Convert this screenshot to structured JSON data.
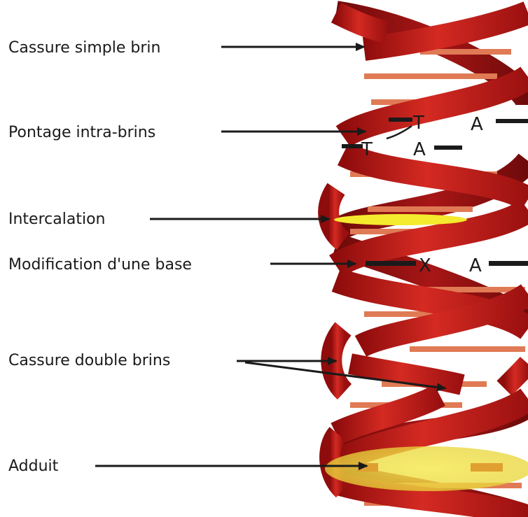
{
  "diagram": {
    "labels": {
      "single_strand_break": "Cassure simple brin",
      "intrastrand_crosslink": "Pontage  intra-brins",
      "intercalation": "Intercalation",
      "base_modification": "Modification d'une base",
      "double_strand_break": "Cassure double brins",
      "adduct": "Adduit"
    },
    "bases": {
      "crosslink_top_left": "T",
      "crosslink_top_right": "A",
      "crosslink_bottom_left": "T",
      "crosslink_bottom_right": "A",
      "modified_left": "X",
      "modified_right": "A"
    },
    "colors": {
      "strand_front": "#c41e1e",
      "strand_back": "#8a0f10",
      "base_pair": "#e07a55",
      "intercalator": "#f4ea2e",
      "adduct": "#f1e34a",
      "text": "#1a1a1a"
    }
  }
}
